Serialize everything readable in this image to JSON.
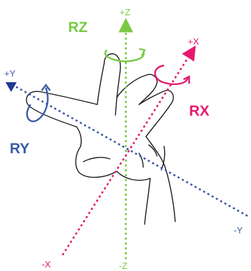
{
  "axes": {
    "z": {
      "pos_label": "+Z",
      "neg_label": "-Z",
      "color": "#7ac943"
    },
    "x": {
      "pos_label": "+X",
      "neg_label": "-X",
      "color": "#e6196e"
    },
    "y": {
      "pos_label": "+Y",
      "neg_label": "-Y",
      "color": "#3b5ba5"
    }
  },
  "rotations": {
    "rz": {
      "label": "RZ",
      "color": "#7ac943"
    },
    "rx": {
      "label": "RX",
      "color": "#e6196e"
    },
    "ry": {
      "label": "RY",
      "color": "#3b5ba5"
    }
  },
  "hand_color": "#1a1a1a"
}
